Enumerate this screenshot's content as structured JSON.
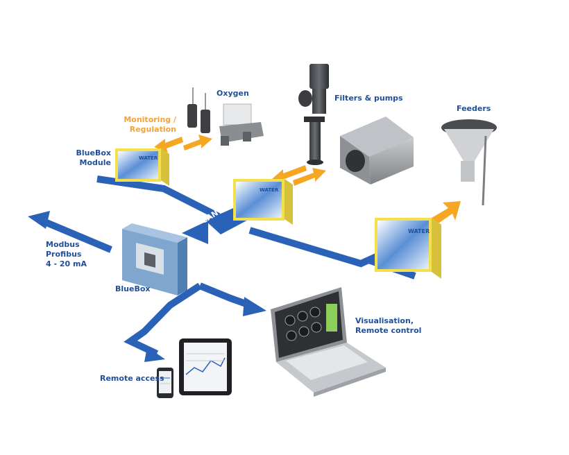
{
  "labels": {
    "oxygen": "Oxygen",
    "filters_pumps": "Filters & pumps",
    "feeders": "Feeders",
    "monitoring_1": "Monitoring /",
    "monitoring_2": "Regulation",
    "bluebox_module_1": "BlueBox",
    "bluebox_module_2": "Module",
    "can_bus": "CAN Bus",
    "modbus": "Modbus",
    "profibus": "Profibus",
    "analog": "4 - 20 mA",
    "bluebox": "BlueBox",
    "visualisation_1": "Visualisation,",
    "visualisation_2": "Remote control",
    "remote_access": "Remote access"
  },
  "module_brand": "WATER",
  "colors": {
    "bus_blue": "#2a62b8",
    "label_blue": "#1f4f9a",
    "arrow_orange": "#f5a623",
    "module_yellow": "#f4e04d",
    "bluebox_blue": "#7fa6cf",
    "device_grey": "#6b6e72"
  }
}
